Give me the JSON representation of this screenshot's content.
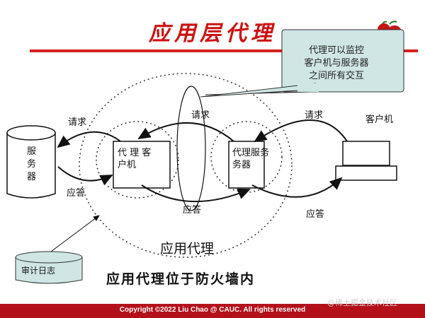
{
  "title": "应用层代理",
  "callout": {
    "lines": [
      "代理可以监控",
      "客户机与服务器",
      "之间所有交互"
    ]
  },
  "nodes": {
    "server": [
      "服",
      "务",
      "器"
    ],
    "proxy_client": [
      "代 理 客",
      "户机"
    ],
    "proxy_server": [
      "代理服务",
      "务器"
    ],
    "client_label": "客户机",
    "audit": "审计日志"
  },
  "labels": {
    "request_left": "请求",
    "response_left": "应答",
    "request_mid": "请求",
    "response_mid": "应答",
    "request_right": "请求",
    "response_right": "应答"
  },
  "region_label": "应用代理",
  "caption": "应用代理位于防火墙内",
  "footer": "Copyright ©2022 Liu Chao @ CAUC.  All rights reserved",
  "watermark": "@稀土掘金技术社区",
  "colors": {
    "title": "#cc1111",
    "accent_line": "#d71f1f",
    "footer_bg": "#b3101a",
    "callout_fill": "#cfe6e4",
    "audit_fill": "#cfe6e4"
  }
}
